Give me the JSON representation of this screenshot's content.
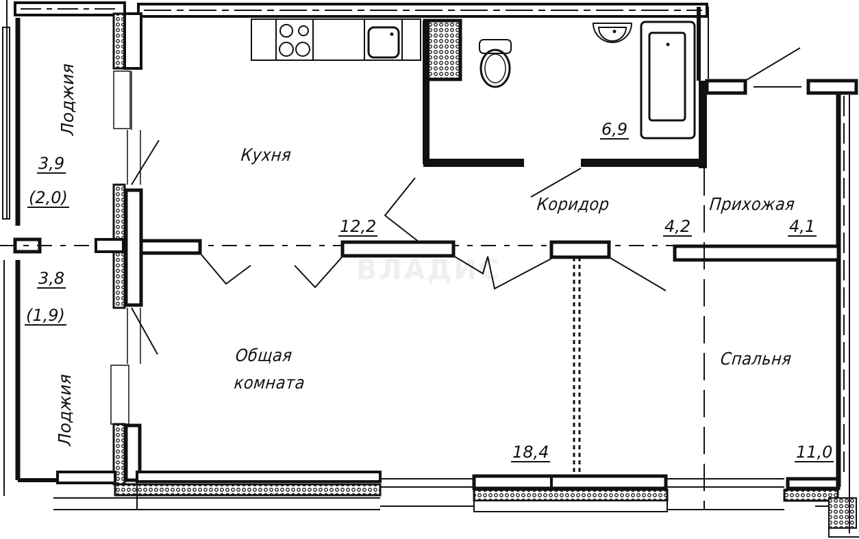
{
  "plan": {
    "rooms": {
      "kitchen": {
        "name": "Кухня",
        "area": "12,2"
      },
      "bathroom": {
        "area": "6,9"
      },
      "corridor": {
        "name": "Коридор",
        "area": "4,2"
      },
      "hallway": {
        "name": "Прихожая",
        "area": "4,1"
      },
      "living": {
        "name_line1": "Общая",
        "name_line2": "комната",
        "area": "18,4"
      },
      "bedroom": {
        "name": "Спальня",
        "area": "11,0"
      },
      "loggia_top": {
        "name": "Лоджия",
        "area": "3,9",
        "reduced_area": "(2,0)"
      },
      "loggia_bottom": {
        "name": "Лоджия",
        "area": "3,8",
        "reduced_area": "(1,9)"
      }
    },
    "watermark": "ВЛАДИС",
    "colors": {
      "wall": "#111111",
      "background": "#ffffff"
    }
  }
}
